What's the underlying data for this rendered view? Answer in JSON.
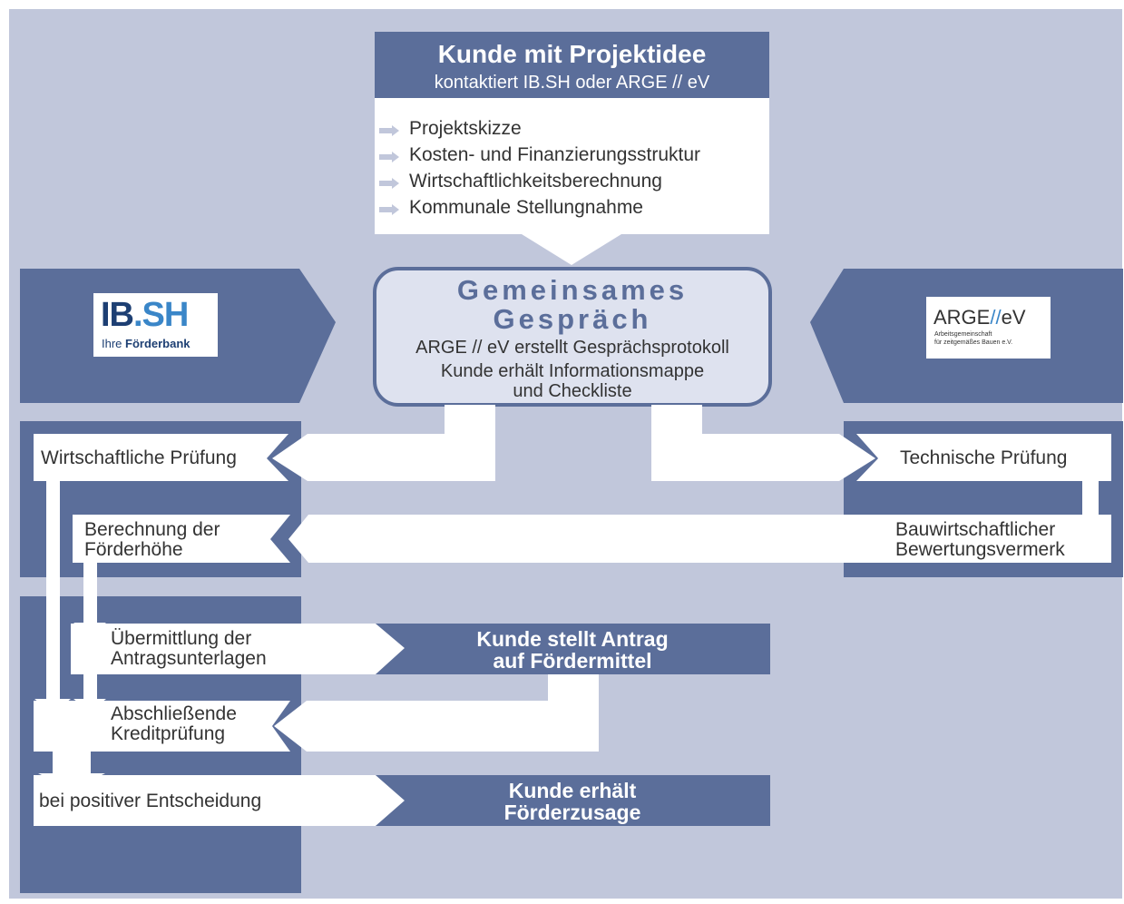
{
  "colors": {
    "background": "#c1c7db",
    "dark": "#5b6e9a",
    "white": "#ffffff",
    "light": "#dee2ef",
    "text": "#333333"
  },
  "customer": {
    "title": "Kunde mit Projektidee",
    "subtitle": "kontaktiert IB.SH oder ARGE // eV",
    "items": [
      "Projektskizze",
      "Kosten- und Finanzierungsstruktur",
      "Wirtschaftlichkeitsberechnung",
      "Kommunale Stellungnahme"
    ]
  },
  "meeting": {
    "title_line1": "Gemeinsames",
    "title_line2": "Gespräch",
    "line1": "ARGE // eV erstellt Gesprächsprotokoll",
    "line2": "Kunde erhält Informationsmappe",
    "line3": "und Checkliste"
  },
  "ibsh_logo": {
    "name_dark": "IB",
    "name_light": ".SH",
    "tagline_prefix": "Ihre ",
    "tagline_bold": "Förderbank"
  },
  "arge_logo": {
    "name_prefix": "ARGE",
    "slashes": "//",
    "name_suffix": "eV",
    "tagline_line1": "Arbeitsgemeinschaft",
    "tagline_line2": "für zeitgemäßes Bauen e.V."
  },
  "steps": {
    "economic_check": "Wirtschaftliche Prüfung",
    "technical_check": "Technische Prüfung",
    "funding_calc_line1": "Berechnung der",
    "funding_calc_line2": "Förderhöhe",
    "construction_memo_line1": "Bauwirtschaftlicher",
    "construction_memo_line2": "Bewertungsvermerk",
    "transmission_line1": "Übermittlung der",
    "transmission_line2": "Antragsunterlagen",
    "application_line1": "Kunde stellt Antrag",
    "application_line2": "auf Fördermittel",
    "final_credit_line1": "Abschließende",
    "final_credit_line2": "Kreditprüfung",
    "positive_decision": "bei positiver Entscheidung",
    "approval_line1": "Kunde erhält",
    "approval_line2": "Förderzusage"
  }
}
